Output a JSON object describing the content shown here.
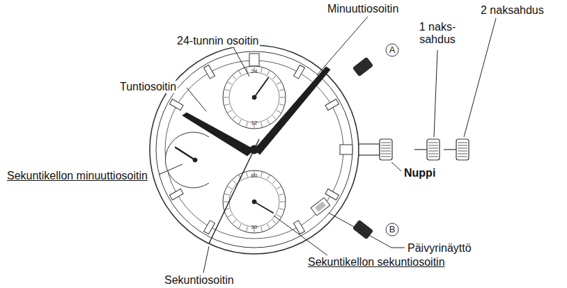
{
  "diagram": {
    "labels": [
      "Minuuttiosoitin",
      "24-tunnin osoitin",
      "2 naksahdus",
      "1 naks- sahdus",
      "Tuntiosoitin",
      "Sekuntikellon minuuttiosoitin",
      "Nuppi",
      "Päivyrinäyttö",
      "Sekuntikellon sekuntiosoitin",
      "Sekuntiosoitin",
      "A",
      "B",
      "24",
      "12",
      "60",
      "30"
    ]
  }
}
